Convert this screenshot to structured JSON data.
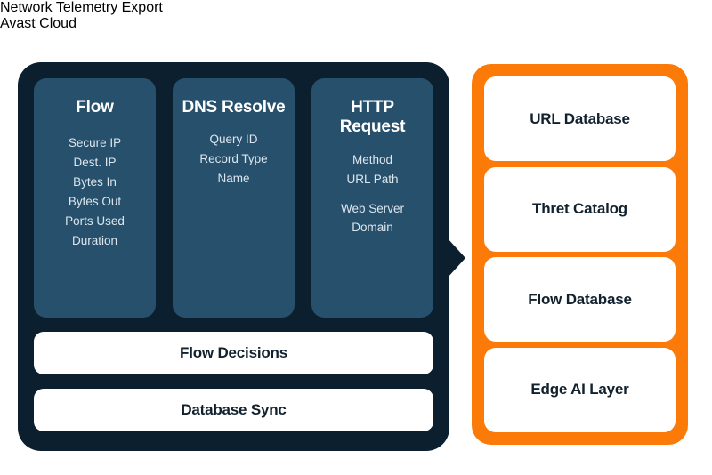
{
  "diagram": {
    "colors": {
      "background": "#ffffff",
      "telemetry_panel": "#0c1f2e",
      "telemetry_card": "#27506c",
      "cloud_panel": "#fc7b08",
      "card_surface": "#ffffff",
      "heading_text": "#11212e",
      "card_field_text": "#dce6ed"
    },
    "telemetry": {
      "heading": "Network Telemetry Export",
      "cards": [
        {
          "title": "Flow",
          "fields": [
            "Secure IP",
            "Dest. IP",
            "Bytes In",
            "Bytes Out",
            "Ports Used",
            "Duration"
          ]
        },
        {
          "title": "DNS\nResolve",
          "fields": [
            "Query ID",
            "Record Type",
            "Name"
          ]
        },
        {
          "title": "HTTP\nRequest",
          "fields": [
            "Method",
            "URL Path"
          ],
          "extra_field": "Web Server\nDomain"
        }
      ],
      "bars": [
        "Flow Decisions",
        "Database Sync"
      ]
    },
    "cloud": {
      "heading": "Avast Cloud",
      "cards": [
        "URL Database",
        "Thret Catalog",
        "Flow Database",
        "Edge AI Layer"
      ]
    },
    "connector": {
      "name": "arrow-right-icon",
      "direction": "right"
    }
  }
}
